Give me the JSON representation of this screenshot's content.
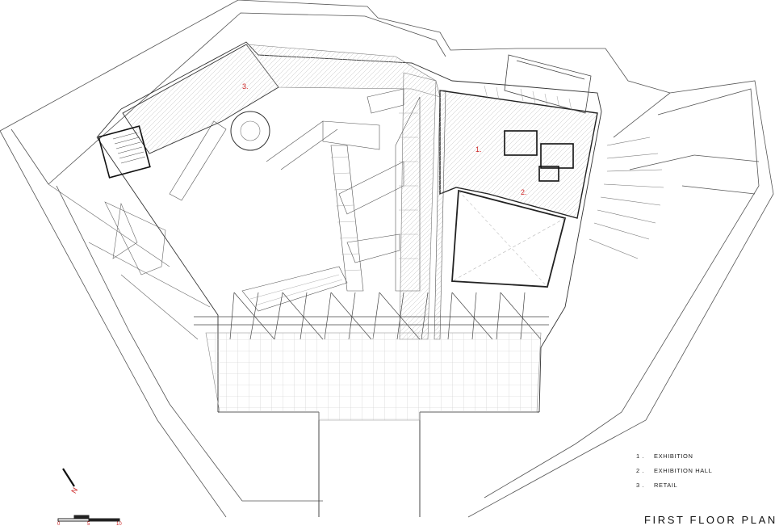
{
  "plan": {
    "title": "FIRST FLOOR PLAN",
    "room_labels": [
      {
        "id": "exhibition",
        "label": "1."
      },
      {
        "id": "exhibition-hall",
        "label": "2."
      },
      {
        "id": "retail",
        "label": "3."
      }
    ],
    "legend": [
      {
        "num": "1 .",
        "text": "EXHIBITION"
      },
      {
        "num": "2 .",
        "text": "EXHIBITION HALL"
      },
      {
        "num": "3 .",
        "text": "RETAIL"
      }
    ],
    "north_label": "N",
    "scale_bar": {
      "ticks": [
        "0",
        "5",
        "10"
      ]
    },
    "colors": {
      "lines": "#333333",
      "labels": "#cc2222",
      "hatch": "#bbbbbb"
    }
  }
}
